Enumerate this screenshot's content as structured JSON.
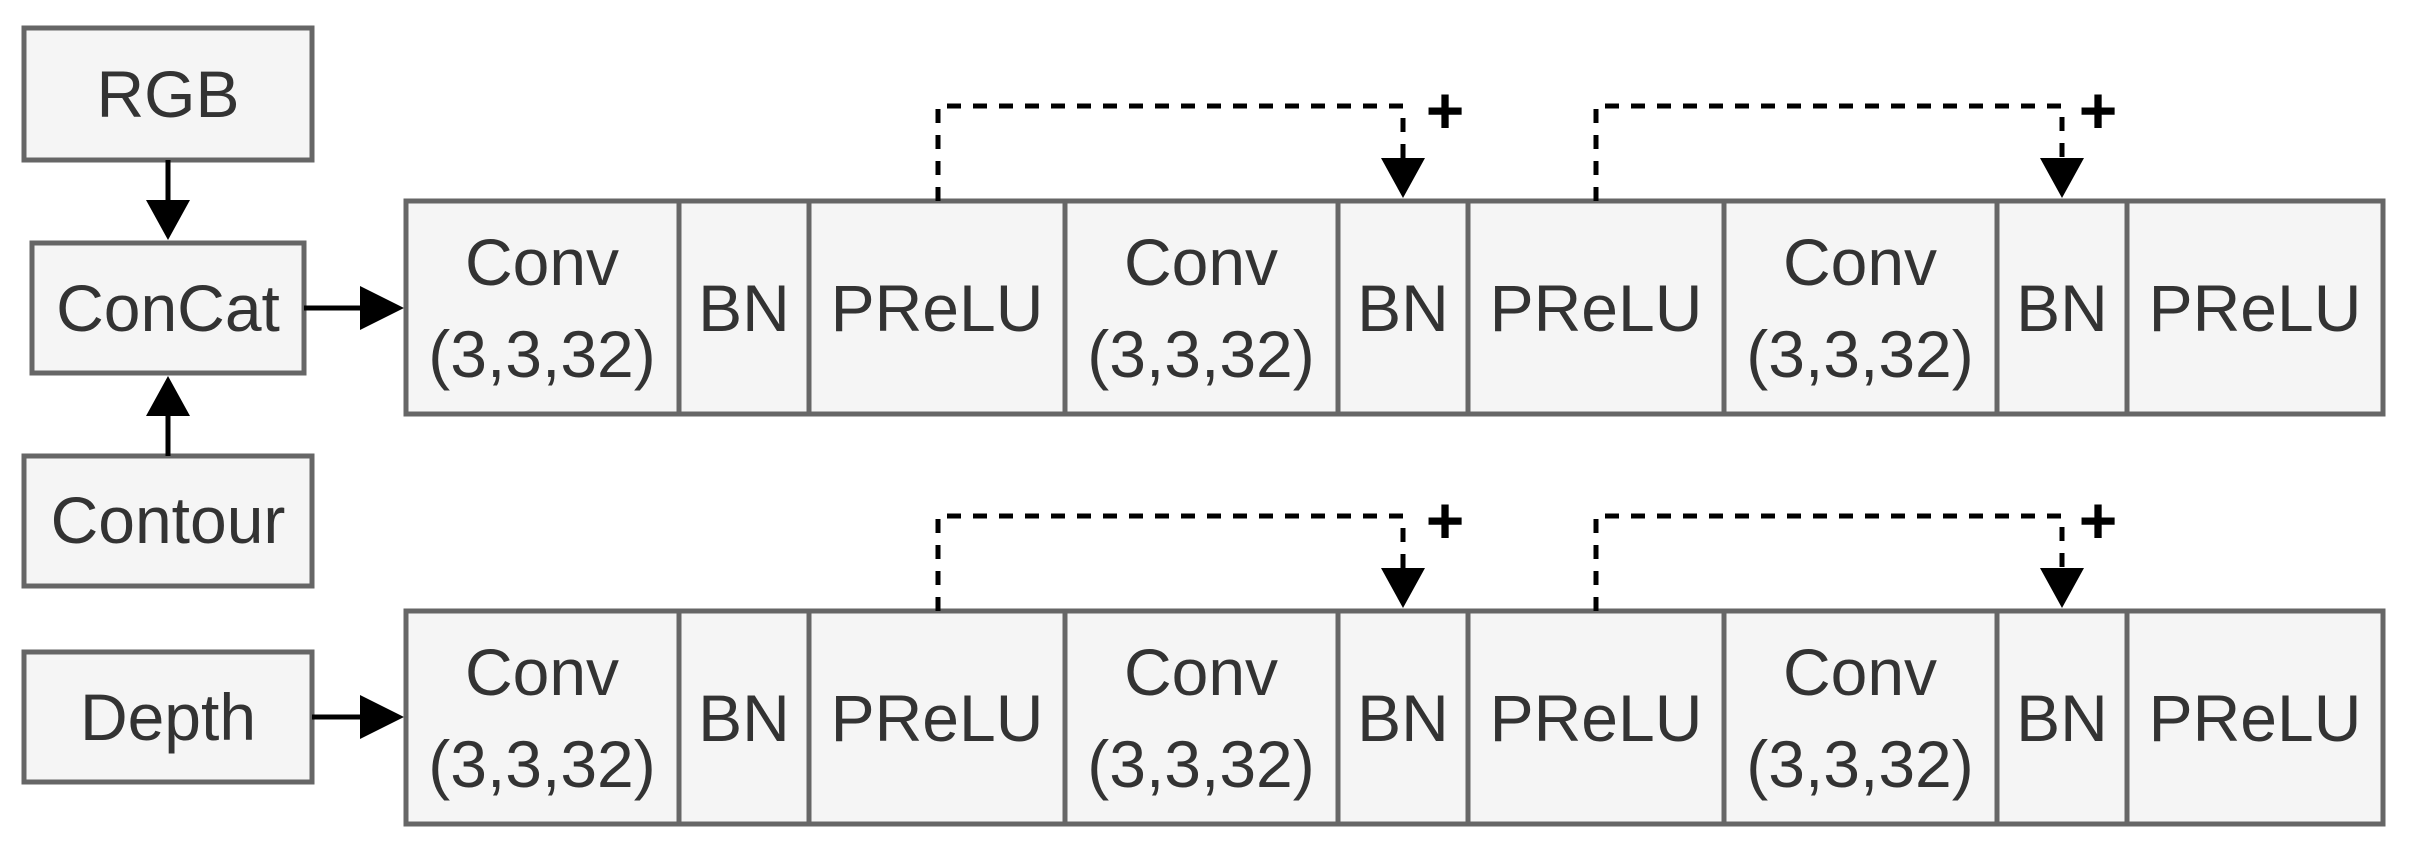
{
  "inputs": {
    "rgb": "RGB",
    "concat": "ConCat",
    "contour": "Contour",
    "depth": "Depth"
  },
  "layer_labels": {
    "conv_line1": "Conv",
    "conv_line2": "(3,3,32)",
    "bn": "BN",
    "prelu": "PReLU"
  },
  "skip_symbol": "+",
  "colors": {
    "box_fill": "#f5f5f5",
    "box_stroke": "#666666",
    "text": "#333333",
    "arrow": "#000000"
  }
}
